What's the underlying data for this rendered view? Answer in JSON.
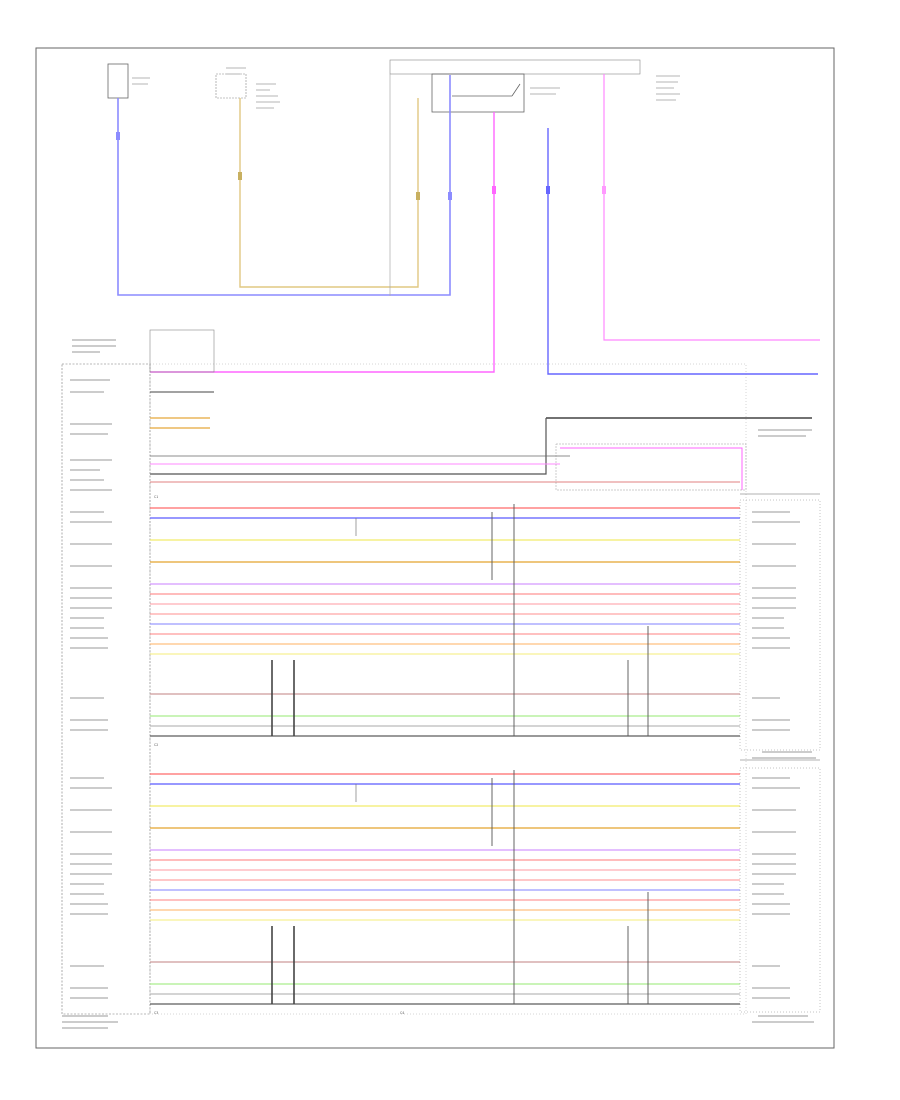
{
  "footer": {
    "code": ""
  },
  "connectors": {
    "c1": "C1",
    "c2": "C2",
    "c3": "C3",
    "c4": "C4"
  },
  "colors": {
    "frame": "#666666",
    "violet": "#7f7fff",
    "pink": "#ff66ff",
    "yellow": "#e6c96a",
    "red": "#ff7a7a",
    "blue": "#7a7aff",
    "lightyellow": "#f4f07a",
    "orange": "#e5b84a",
    "lightgreen": "#aef0a0",
    "black": "#303030",
    "gray": "#9a9a9a",
    "brown": "#c08080"
  }
}
